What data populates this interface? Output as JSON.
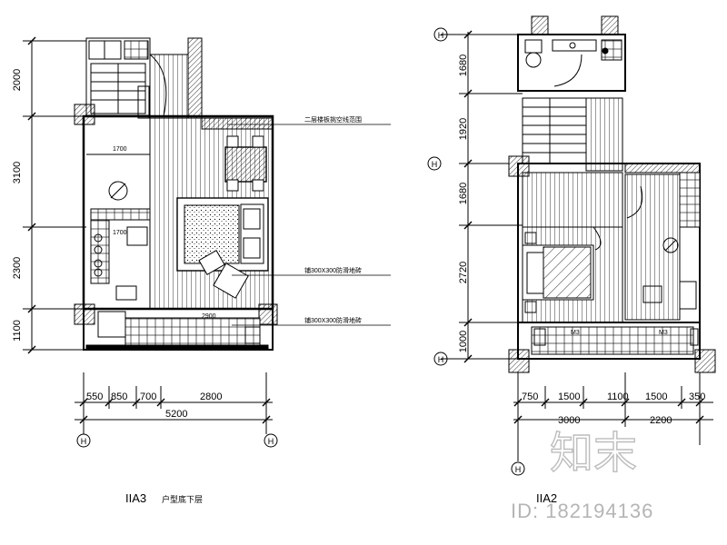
{
  "left_plan": {
    "v_dims": [
      "2000",
      "3100",
      "2300",
      "1100"
    ],
    "h_dims": [
      "550",
      "850",
      "700",
      "2800"
    ],
    "total": "5200",
    "axis": "H",
    "room_widths": [
      "1700",
      "1700",
      "2900"
    ],
    "caption_code": "IIA3",
    "caption_text": "户型底下层",
    "callouts": [
      "二层楼板挑空线范围",
      "铺300X300防滑地砖",
      "铺300X300防滑地砖"
    ]
  },
  "right_plan": {
    "v_dims": [
      "1680",
      "1920",
      "1680",
      "2720",
      "1000"
    ],
    "h_dims": [
      "750",
      "1500",
      "1100",
      "1500",
      "350"
    ],
    "totals": [
      "3000",
      "2200"
    ],
    "axis": "H",
    "window_tags": [
      "M3",
      "M3"
    ],
    "caption_code": "IIA2"
  },
  "watermark": {
    "brand": "知末",
    "id": "ID: 182194136"
  }
}
